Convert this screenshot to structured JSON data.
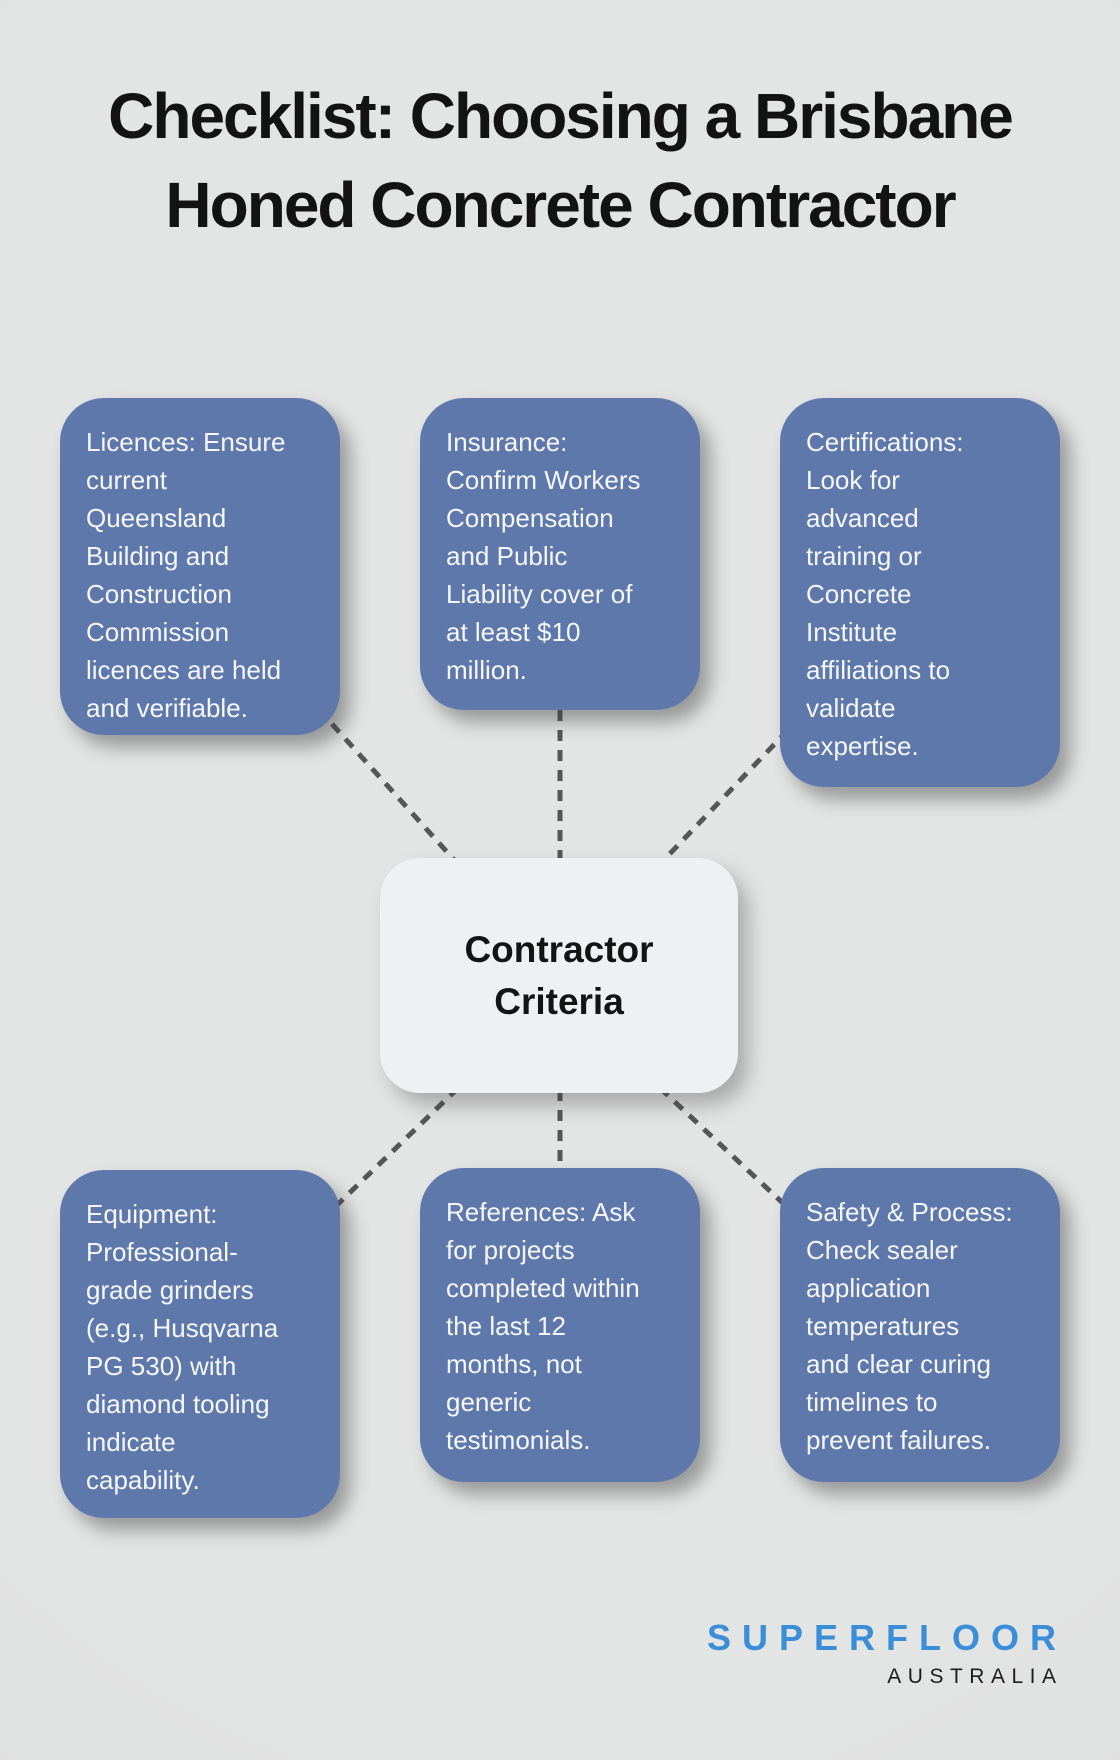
{
  "title": "Checklist: Choosing a Brisbane\nHoned Concrete Contractor",
  "center": {
    "label": "Contractor\nCriteria"
  },
  "nodes": [
    {
      "id": "licences",
      "text": "Licences: Ensure\ncurrent\nQueensland\nBuilding and\nConstruction\nCommission\nlicences are held\nand verifiable."
    },
    {
      "id": "insurance",
      "text": "Insurance:\nConfirm Workers\nCompensation\nand Public\nLiability cover of\nat least $10\nmillion."
    },
    {
      "id": "certifications",
      "text": "Certifications:\nLook for\nadvanced\ntraining or\nConcrete\nInstitute\naffiliations to\nvalidate\nexpertise."
    },
    {
      "id": "equipment",
      "text": "Equipment:\nProfessional-\ngrade grinders\n(e.g., Husqvarna\nPG 530) with\ndiamond tooling\nindicate\ncapability."
    },
    {
      "id": "references",
      "text": "References: Ask\nfor projects\ncompleted within\nthe last 12\nmonths, not\ngeneric\ntestimonials."
    },
    {
      "id": "safety_process",
      "text": "Safety & Process:\nCheck sealer\napplication\ntemperatures\nand clear curing\ntimelines to\nprevent failures."
    }
  ],
  "logo": {
    "brand": "SUPERFLOOR",
    "region": "AUSTRALIA"
  },
  "colors": {
    "background": "#e0e1e1",
    "node_fill": "#5e78ac",
    "node_text": "#f5f8fb",
    "center_fill": "#eef0f1",
    "center_text": "#141414",
    "connector": "#565656",
    "title_text": "#131313",
    "logo_blue": "#3a8ed8",
    "logo_black": "#1d1d1d"
  }
}
